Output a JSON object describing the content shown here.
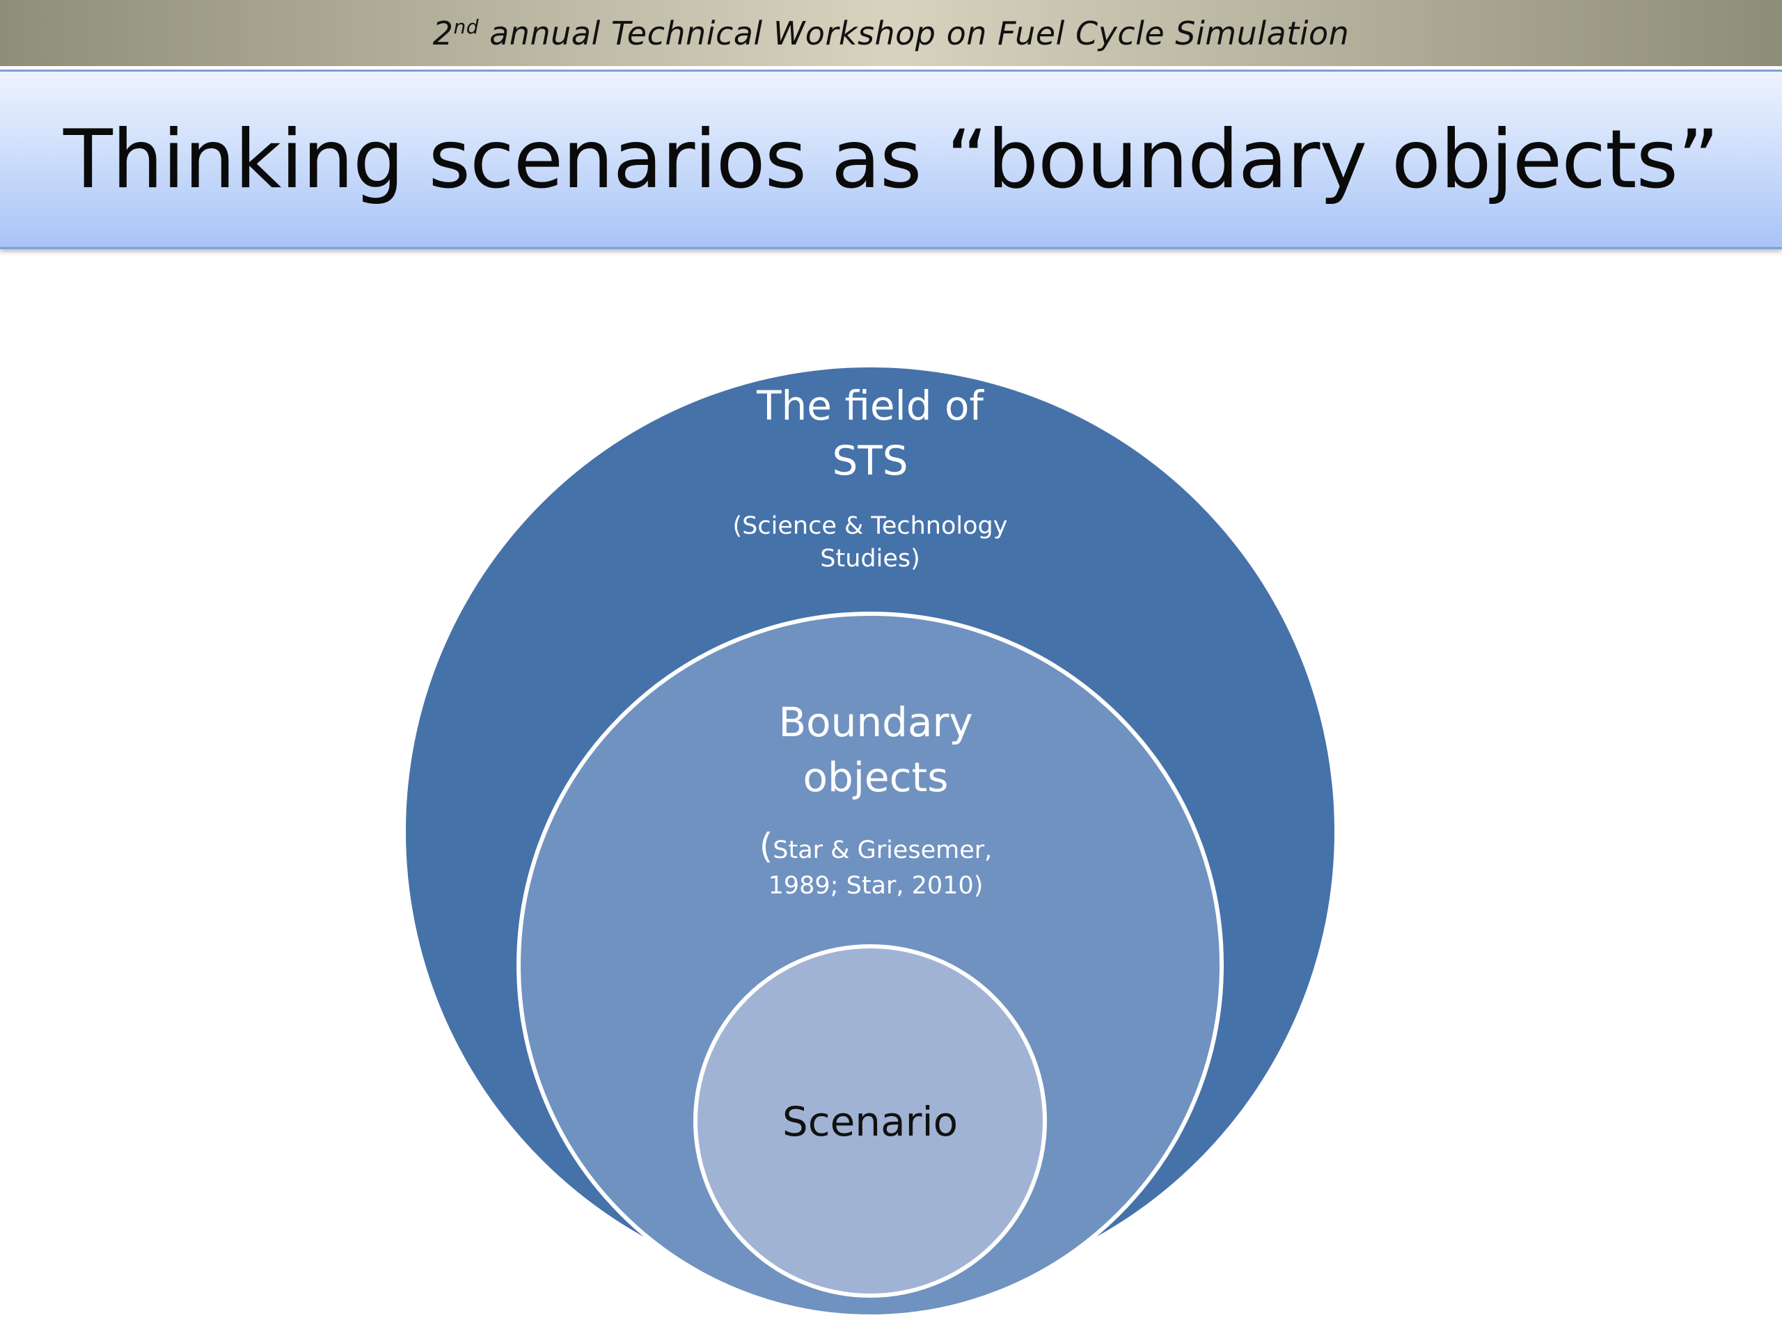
{
  "header": {
    "ordinal": "2",
    "ordinal_suffix": "nd",
    "workshop_name": " annual Technical Workshop on Fuel Cycle Simulation"
  },
  "slide": {
    "title": "Thinking scenarios as “boundary objects”"
  },
  "diagram": {
    "outer": {
      "title_line1": "The field of",
      "title_line2": "STS",
      "note_line1": "(Science & Technology",
      "note_line2": "Studies)",
      "fill": "#4672aa"
    },
    "middle": {
      "title_line1": "Boundary",
      "title_line2": "objects",
      "note_open": "(",
      "note_line1": "Star & Griesemer,",
      "note_line2": "1989; Star, 2010)",
      "fill": "#7092c0"
    },
    "inner": {
      "label": "Scenario",
      "fill": "#a1b3d4"
    }
  }
}
